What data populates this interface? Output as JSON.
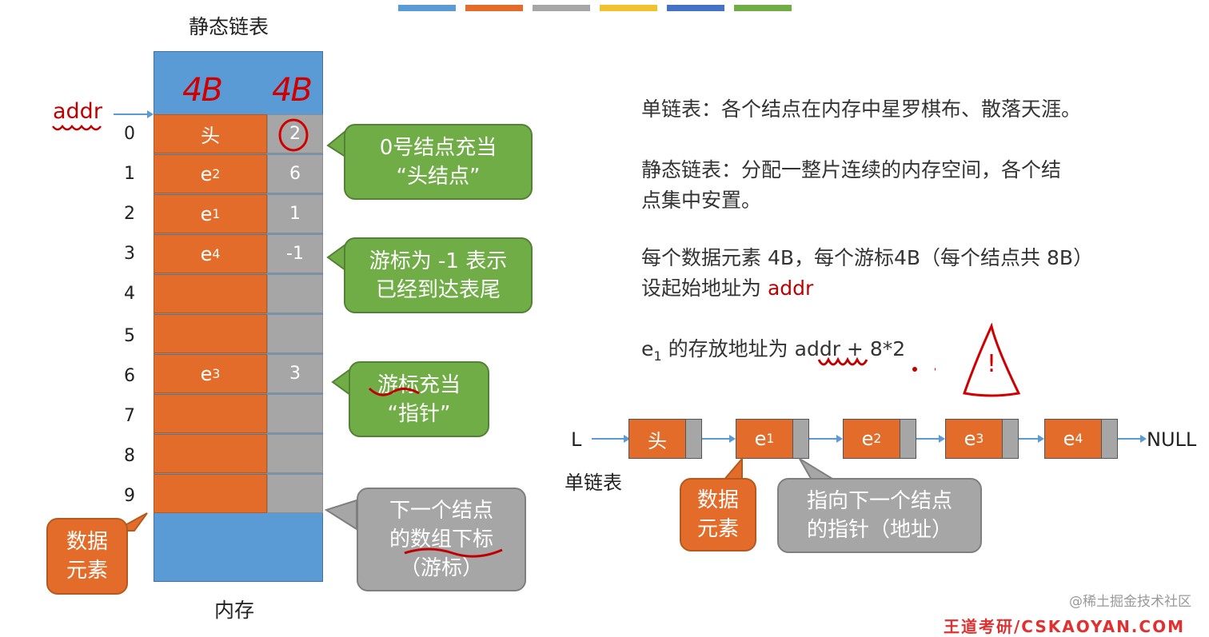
{
  "title": "静态链表",
  "memory_label": "内存",
  "top_bars": [
    "#5b9bd5",
    "#e46c2a",
    "#a6a6a6",
    "#f2c12e",
    "#4472c4",
    "#70ad47"
  ],
  "handwriting": {
    "col_data": "4B",
    "col_cursor": "4B",
    "addr": "addr"
  },
  "rows": [
    {
      "index": "0",
      "data": "头",
      "sub": "",
      "cursor": "2"
    },
    {
      "index": "1",
      "data": "e",
      "sub": "2",
      "cursor": "6"
    },
    {
      "index": "2",
      "data": "e",
      "sub": "1",
      "cursor": "1"
    },
    {
      "index": "3",
      "data": "e",
      "sub": "4",
      "cursor": "-1"
    },
    {
      "index": "4",
      "data": "",
      "sub": "",
      "cursor": ""
    },
    {
      "index": "5",
      "data": "",
      "sub": "",
      "cursor": ""
    },
    {
      "index": "6",
      "data": "e",
      "sub": "3",
      "cursor": "3"
    },
    {
      "index": "7",
      "data": "",
      "sub": "",
      "cursor": ""
    },
    {
      "index": "8",
      "data": "",
      "sub": "",
      "cursor": ""
    },
    {
      "index": "9",
      "data": "",
      "sub": "",
      "cursor": ""
    }
  ],
  "callouts": {
    "head": [
      "0号结点充当",
      "“头结点”"
    ],
    "tail": [
      "游标为 -1 表示",
      "已经到达表尾"
    ],
    "pointer": [
      "游标充当",
      "“指针”"
    ],
    "next_index": [
      "下一个结点",
      "的数组下标",
      "（游标）"
    ],
    "data_elem_left": [
      "数据",
      "元素"
    ],
    "data_elem_right": [
      "数据",
      "元素"
    ],
    "ptr_addr": [
      "指向下一个结点",
      "的指针（地址）"
    ]
  },
  "paragraphs": {
    "p1": "单链表：各个结点在内存中星罗棋布、散落天涯。",
    "p2a": "静态链表：分配一整片连续的内存空间，各个结",
    "p2b": "点集中安置。",
    "p3a": "每个数据元素 4B，每个游标4B（每个结点共 8B）",
    "p3b_prefix": "设起始地址为 ",
    "p3b_addr": "addr",
    "p4_e": "e",
    "p4_sub": "1",
    "p4_mid": " 的存放地址为 ",
    "p4_addr": "addr",
    "p4_tail": " + 8*2"
  },
  "linked_list": {
    "head_label": "L",
    "nodes": [
      {
        "data": "头",
        "sub": ""
      },
      {
        "data": "e",
        "sub": "1"
      },
      {
        "data": "e",
        "sub": "2"
      },
      {
        "data": "e",
        "sub": "3"
      },
      {
        "data": "e",
        "sub": "4"
      }
    ],
    "null_label": "NULL",
    "caption": "单链表"
  },
  "warning_mark": "!",
  "watermark": "@稀土掘金技术社区",
  "bottom_red_text": "王道考研/CSKAOYAN.COM"
}
